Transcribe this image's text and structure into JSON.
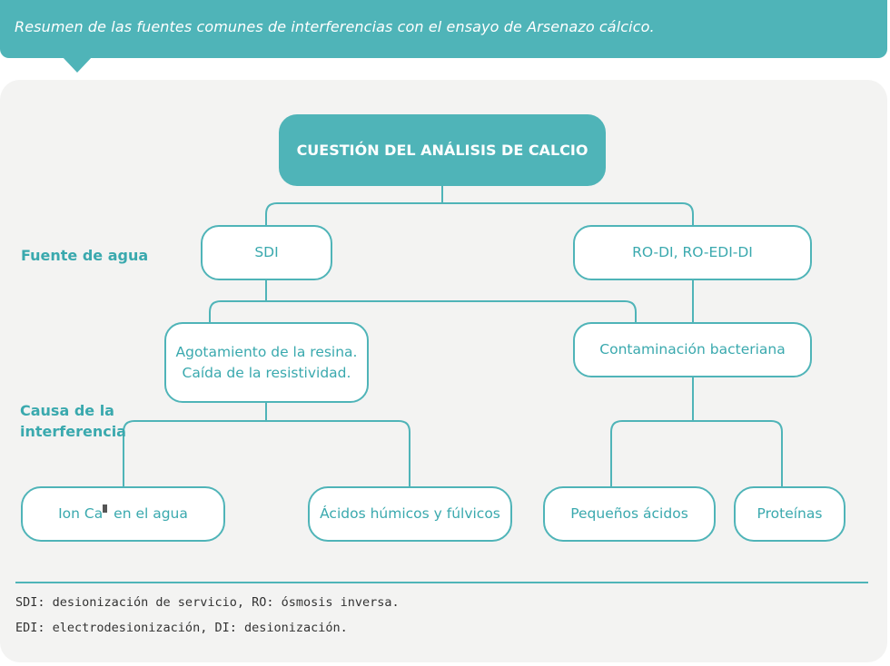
{
  "header": {
    "caption": "Resumen de las fuentes comunes de interferencias con el ensayo de Arsenazo cálcico."
  },
  "diagram": {
    "root": "CUESTIÓN DEL ANÁLISIS DE CALCIO",
    "row_labels": {
      "water_source": "Fuente de agua",
      "interference_cause": "Causa de la interferencia"
    },
    "water_sources": {
      "sdi": "SDI",
      "ro": "RO-DI, RO-EDI-DI"
    },
    "causes": {
      "resin_line1": "Agotamiento de la resina.",
      "resin_line2": "Caída de la resistividad.",
      "bacterial": "Contaminación bacteriana"
    },
    "leaves": {
      "ca_ion_prefix": "Ion Ca",
      "ca_ion_suffix": " en el agua",
      "humic": "Ácidos húmicos y fúlvicos",
      "small_acids": "Pequeños ácidos",
      "proteins": "Proteínas"
    }
  },
  "footnotes": {
    "line1": "SDI: desionización de servicio, RO: ósmosis inversa.",
    "line2": "EDI: electrodesionización, DI: desionización."
  },
  "colors": {
    "accent": "#4fb4b8",
    "panel": "#f3f3f2",
    "text_accent": "#3aa9ae"
  }
}
